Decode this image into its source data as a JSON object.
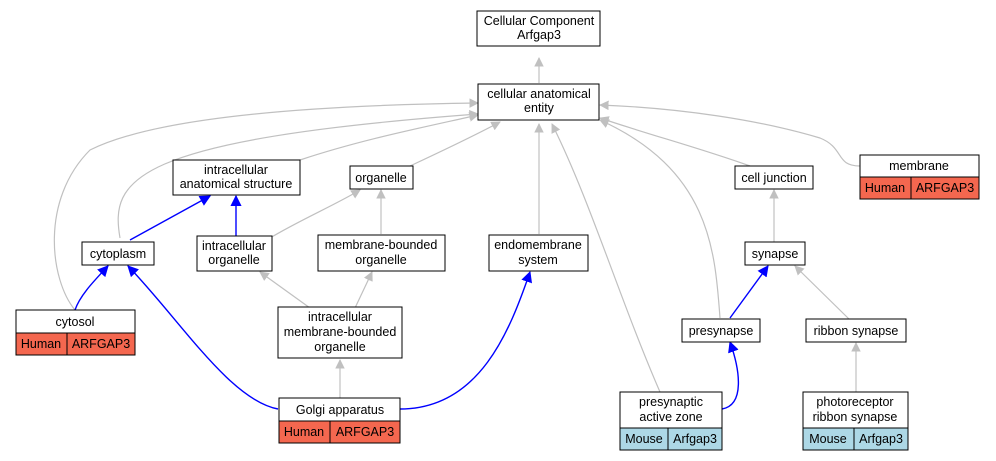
{
  "colors": {
    "human_cell": "#f4674f",
    "mouse_cell": "#add8e6",
    "edge_gray": "#c0c0c0",
    "edge_blue": "#0000ff",
    "node_border": "#000000"
  },
  "nodes": {
    "root": {
      "lines": [
        "Cellular Component",
        "Arfgap3"
      ]
    },
    "cae": {
      "lines": [
        "cellular anatomical",
        "entity"
      ]
    },
    "ias": {
      "lines": [
        "intracellular",
        "anatomical structure"
      ]
    },
    "organelle": {
      "lines": [
        "organelle"
      ]
    },
    "celljunc": {
      "lines": [
        "cell junction"
      ]
    },
    "membrane": {
      "lines": [
        "membrane"
      ],
      "tag": {
        "species": "Human",
        "gene": "ARFGAP3"
      }
    },
    "cytoplasm": {
      "lines": [
        "cytoplasm"
      ]
    },
    "io": {
      "lines": [
        "intracellular",
        "organelle"
      ]
    },
    "mbo": {
      "lines": [
        "membrane-bounded",
        "organelle"
      ]
    },
    "endo": {
      "lines": [
        "endomembrane",
        "system"
      ]
    },
    "synapse": {
      "lines": [
        "synapse"
      ]
    },
    "cytosol": {
      "lines": [
        "cytosol"
      ],
      "tag": {
        "species": "Human",
        "gene": "ARFGAP3"
      }
    },
    "imbo": {
      "lines": [
        "intracellular",
        "membrane-bounded",
        "organelle"
      ]
    },
    "presyn": {
      "lines": [
        "presynapse"
      ]
    },
    "ribbon": {
      "lines": [
        "ribbon synapse"
      ]
    },
    "golgi": {
      "lines": [
        "Golgi apparatus"
      ],
      "tag": {
        "species": "Human",
        "gene": "ARFGAP3"
      }
    },
    "paz": {
      "lines": [
        "presynaptic",
        "active zone"
      ],
      "tag": {
        "species": "Mouse",
        "gene": "Arfgap3"
      }
    },
    "prs": {
      "lines": [
        "photoreceptor",
        "ribbon synapse"
      ],
      "tag": {
        "species": "Mouse",
        "gene": "Arfgap3"
      }
    }
  }
}
